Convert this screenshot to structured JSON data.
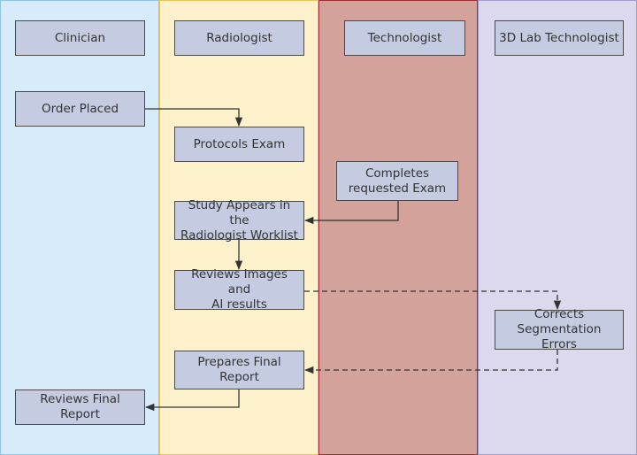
{
  "colors": {
    "clinician_lane": "#d7ebfb",
    "radiologist_lane": "#fdf1cc",
    "technologist_lane": "#d3a39b",
    "lab_lane": "#dcd8ee",
    "box_fill": "#c5cce2",
    "box_border": "#4a4a4a",
    "arrow": "#333333"
  },
  "lanes": {
    "clinician": "Clinician",
    "radiologist": "Radiologist",
    "technologist": "Technologist",
    "lab": "3D Lab Technologist"
  },
  "steps": {
    "order_placed": "Order Placed",
    "protocols_exam": "Protocols Exam",
    "completes_exam": "Completes\nrequested Exam",
    "study_appears": "Study Appears in the\nRadiologist Worklist",
    "reviews_images": "Reviews Images and\nAI results",
    "corrects_errors": "Corrects\nSegmentation Errors",
    "prepares_report": "Prepares Final Report",
    "reviews_report": "Reviews Final Report"
  },
  "connectors": [
    {
      "from": "Order Placed",
      "to": "Protocols Exam",
      "style": "solid"
    },
    {
      "from": "Completes requested Exam",
      "to": "Study Appears in the Radiologist Worklist",
      "style": "solid"
    },
    {
      "from": "Study Appears in the Radiologist Worklist",
      "to": "Reviews Images and AI results",
      "style": "solid"
    },
    {
      "from": "Reviews Images and AI results",
      "to": "Corrects Segmentation Errors",
      "style": "dashed"
    },
    {
      "from": "Corrects Segmentation Errors",
      "to": "Prepares Final Report",
      "style": "dashed"
    },
    {
      "from": "Prepares Final Report",
      "to": "Reviews Final Report",
      "style": "solid"
    }
  ]
}
